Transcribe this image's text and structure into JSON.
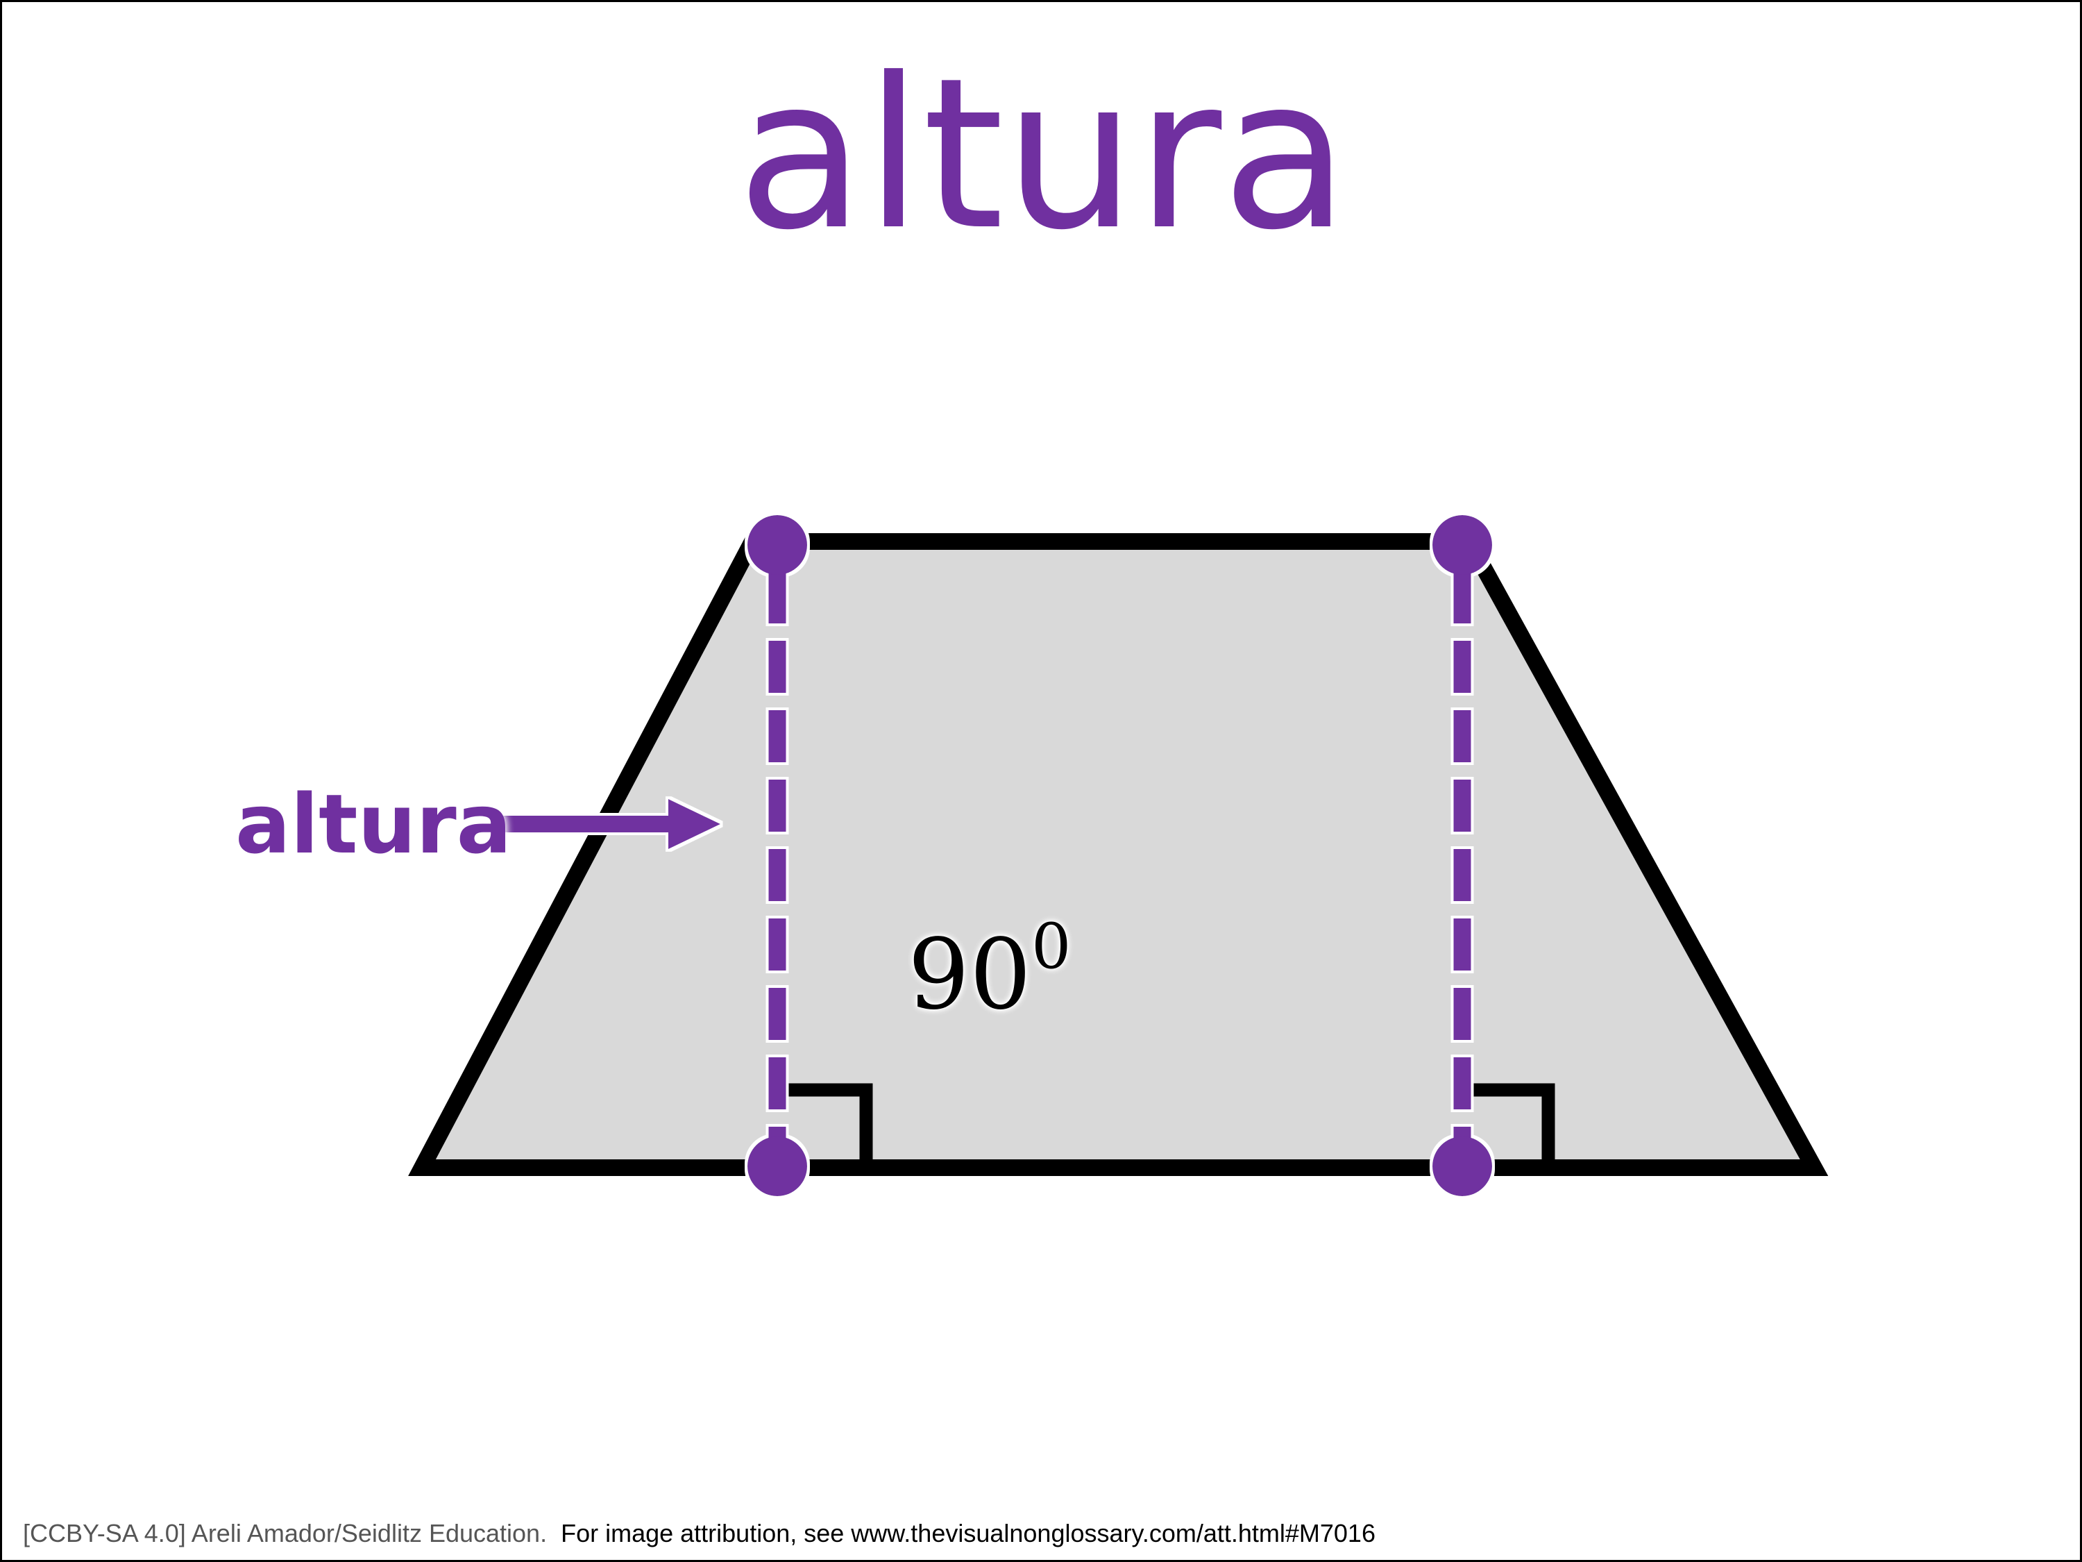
{
  "title": "altura",
  "diagram": {
    "shape": "trapezoid",
    "height_label": "altura",
    "angle_value": "90",
    "angle_superscript": "0"
  },
  "footer": {
    "license": "[CCBY-SA 4.0] Areli Amador/Seidlitz Education.",
    "attribution": "For image attribution, see www.thevisualnonglossary.com/att.html#M7016"
  },
  "colors": {
    "accent": "#7030a0",
    "fill": "#d9d9d9",
    "outline": "#000000"
  }
}
